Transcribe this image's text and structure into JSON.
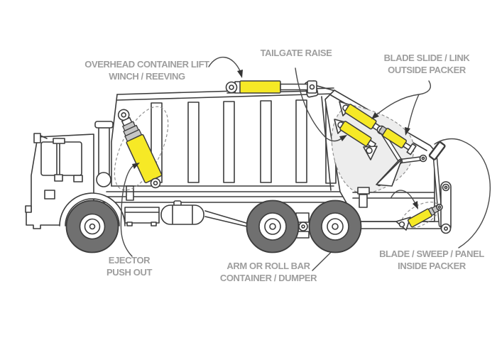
{
  "labels": {
    "overhead_lift": {
      "line1": "OVERHEAD CONTAINER LIFT",
      "line2": "WINCH / REEVING"
    },
    "tailgate_raise": {
      "line1": "TAILGATE RAISE"
    },
    "blade_slide": {
      "line1": "BLADE SLIDE / LINK",
      "line2": "OUTSIDE PACKER"
    },
    "ejector": {
      "line1": "EJECTOR",
      "line2": "PUSH OUT"
    },
    "arm_roll_bar": {
      "line1": "ARM OR ROLL BAR",
      "line2": "CONTAINER / DUMPER"
    },
    "blade_sweep": {
      "line1": "BLADE / SWEEP / PANEL",
      "line2": "INSIDE PACKER"
    }
  },
  "colors": {
    "highlight_yellow": "#f6e926",
    "line": "#3c3c3c",
    "label_text": "#9e9e9e",
    "tire_gray": "#707070",
    "rod_gray": "#c6c6c6",
    "shade_gray": "#ededed",
    "background": "#ffffff"
  }
}
